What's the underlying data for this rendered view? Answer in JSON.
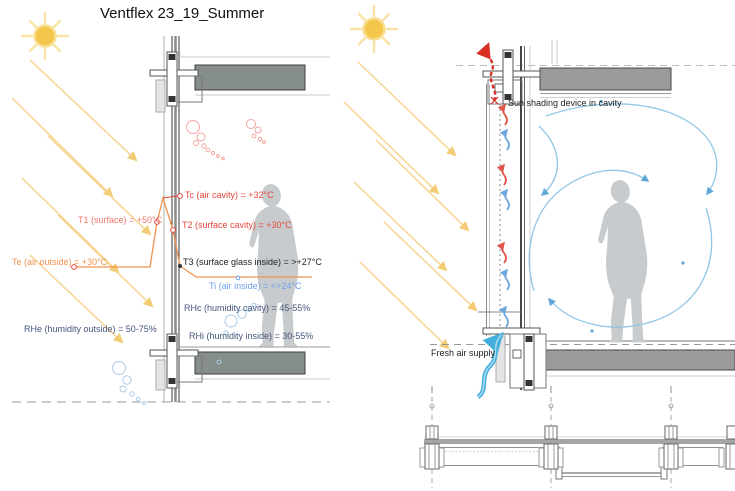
{
  "title": "Ventflex 23_19_Summer",
  "left": {
    "description": "summer section with temperature and humidity values",
    "labels": {
      "tc": "Tc (air cavity) = +32°C",
      "t1": "T1 (surface) = +50°C",
      "t2": "T2 (surface cavity) = +30°C",
      "te": "Te (air outside) = +30°C",
      "t3": "T3 (surface glass inside) = >+27°C",
      "ti": "Ti (air inside) = <+24°C",
      "rhc": "RHc (humidity cavity) = 45-55%",
      "rhe": "RHe (humidity outside) = 50-75%",
      "rhi": "RHi (humidity inside) = 30-55%"
    }
  },
  "right": {
    "description": "summer section with airflow paths",
    "labels": {
      "sun_shading": "Sun shading device in cavity",
      "fresh_air": "Fresh air supply"
    }
  },
  "colors": {
    "hot_red": "#E8473C",
    "surface_salmon": "#F0776B",
    "outside_orange": "#F0924E",
    "inside_blue": "#6FA0EC",
    "humidity_navy": "#47557D",
    "sun_core_yellow": "#F4C64C",
    "sun_ray_yellow": "#F7D78C",
    "airflow_blue": "#8FC6E6",
    "fresh_air_cyan": "#45AEDC",
    "exhaust_red": "#D93025",
    "slab_gray_left": "#858E89",
    "slab_gray_right": "#9B9B9B",
    "silhouette_gray": "#C8CBCD"
  }
}
